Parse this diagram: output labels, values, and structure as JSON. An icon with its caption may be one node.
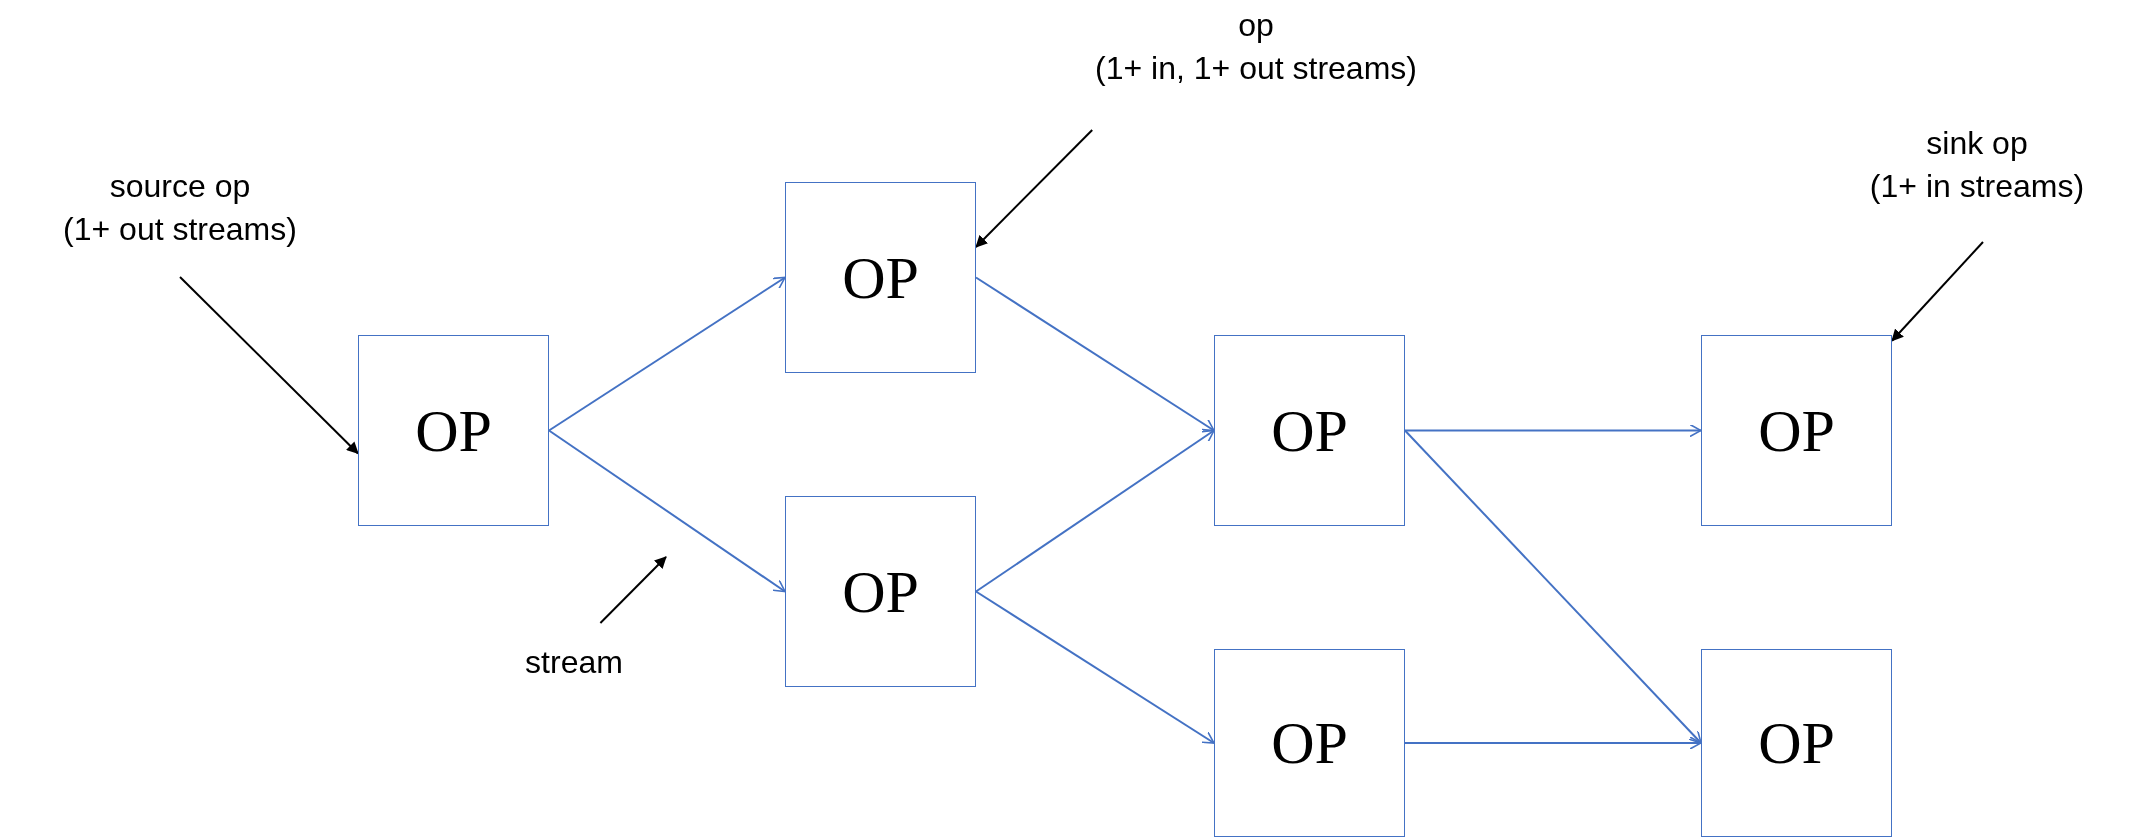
{
  "diagram": {
    "nodes": [
      {
        "text": [
          "source op",
          "(1+ out streams)"
        ]
      },
      {
        "text": [
          "op",
          "(1+ in, 1+ out streams)"
        ]
      },
      {
        "text": [
          "sink op",
          "(1+ in streams)"
        ]
      },
      {
        "text": [
          "OP"
        ]
      },
      {
        "text": [
          "OP"
        ]
      },
      {
        "text": [
          "OP"
        ]
      },
      {
        "text": [
          "OP"
        ]
      },
      {
        "text": [
          "OP"
        ]
      },
      {
        "text": [
          "stream"
        ]
      },
      {
        "text": [
          "OP"
        ]
      },
      {
        "text": [
          "OP"
        ]
      }
    ],
    "edges": [
      {
        "from": 3,
        "to": 4,
        "arrow": "to"
      },
      {
        "from": 3,
        "to": 5,
        "arrow": "to"
      },
      {
        "from": 4,
        "to": 6,
        "arrow": "to"
      },
      {
        "from": 5,
        "to": 6,
        "arrow": "to"
      },
      {
        "from": 5,
        "to": 9,
        "arrow": "to"
      },
      {
        "from": 6,
        "to": 7,
        "arrow": "to"
      },
      {
        "from": 6,
        "to": 10,
        "arrow": "to"
      },
      {
        "from": 9,
        "to": 10,
        "arrow": "to"
      },
      {
        "from": 0,
        "to": 3,
        "arrow": "to",
        "color": "#000000"
      },
      {
        "from": 1,
        "to": 4,
        "arrow": "to",
        "color": "#000000"
      },
      {
        "from": 2,
        "to": 7,
        "arrow": "to",
        "color": "#000000"
      },
      {
        "from": 8,
        "to": null,
        "arrow": "to",
        "color": "#000000"
      }
    ]
  }
}
